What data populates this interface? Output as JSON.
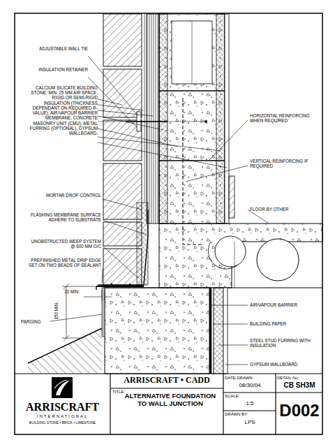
{
  "diagram": {
    "title": "ALTERNATIVE FOUNDATION TO WALL JUNCTION",
    "labels": [
      "ADJUSTABLE WALL TIE",
      "INSULATION RETAINER",
      "CALCIUM SILICATE BUILDING STONE, MIN. 25 MM AIR SPACE, RIGID OR SEMI-RIGID INSULATION (THICKNESS DEPENDANT ON REQUIRED R-VALUE), AIR/VAPOUR BARRIER MEMBRANE, CONCRETE MASONRY UNIT (CMU), METAL FURRING (OPTIONAL), GYPSUM WALLBOARD.",
      "HORIZONTAL REINFORCING WHEN REQUIRED",
      "VERTICAL REINFORCING IF REQUIRED",
      "FLOOR BY OTHER",
      "MORTAR DROP CONTROL",
      "FLASHING MEMBRANE SURFACE ADHERE TO SUBSTRATE",
      "UNOBSTRUCTED WEEP SYSTEM @ 600 MM O/C",
      "PREFINISHED METAL DRIP EDGE SET ON TWO BEADS OF SEALANT",
      "10 MIN.",
      "150 MIN.",
      "PARGING",
      "AIR/VAPOUR BARRIER",
      "BUILDING PAPER",
      "STEEL STUD FURRING WITH INSULATION",
      "GYPSUM WALLBOARD",
      "ARRISCRAFT",
      "INTERNATIONAL",
      "BUILDING STONE • BRICK • LIMESTONE",
      "ARRISCRAFT • CADD",
      "TITLE:",
      "DATE DRAWN:",
      "08/30/04",
      "SCALE:",
      "1:5",
      "DRAWN BY:",
      "LPS",
      "DETAIL No:",
      "CB SH3M",
      "D002"
    ]
  }
}
